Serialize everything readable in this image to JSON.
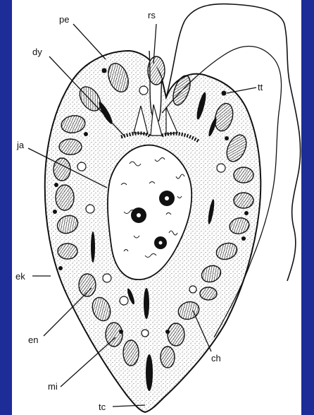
{
  "colors": {
    "frame": "#1d2c97",
    "ink": "#111111",
    "paper": "#ffffff",
    "cytoplasm_stipple": "#3a3a3a"
  },
  "labels": {
    "pe": "pe",
    "rs": "rs",
    "dy": "dy",
    "tt": "tt",
    "ja": "ja",
    "ek": "ek",
    "en": "en",
    "ch": "ch",
    "mi": "mi",
    "tc": "tc"
  }
}
